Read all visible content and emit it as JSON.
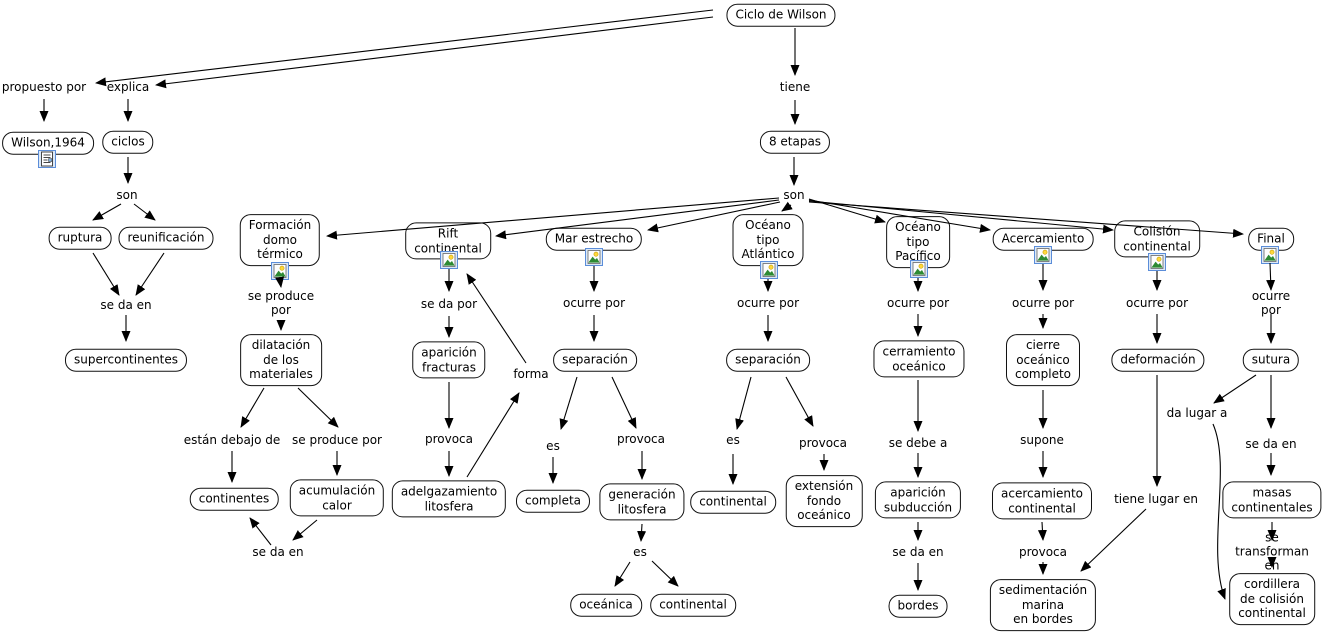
{
  "concepts": {
    "ciclo": "Ciclo de Wilson",
    "wilson": "Wilson,1964",
    "ciclos": "ciclos",
    "ruptura": "ruptura",
    "reunificacion": "reunificación",
    "supercontinentes": "supercontinentes",
    "etapas": "8 etapas",
    "domo": "Formación\ndomo\ntérmico",
    "rift": "Rift\ncontinental",
    "mar": "Mar estrecho",
    "atlantico": "Océano\ntipo\nAtlántico",
    "pacifico": "Océano\ntipo\nPacífico",
    "acercamiento": "Acercamiento",
    "colision": "Colisión\ncontinental",
    "final": "Final",
    "dilatacion": "dilatación\nde los\nmateriales",
    "fracturas": "aparición\nfracturas",
    "separacion_mar": "separación",
    "separacion_atl": "separación",
    "cerramiento": "cerramiento\noceánico",
    "cierre": "cierre\noceánico\ncompleto",
    "deformacion": "deformación",
    "sutura": "sutura",
    "continentes": "continentes",
    "acumulacion": "acumulación\ncalor",
    "adelgazamiento": "adelgazamiento\nlitosfera",
    "completa": "completa",
    "generacion": "generación\nlitosfera",
    "continental_atl": "continental",
    "extension": "extensión\nfondo\noceánico",
    "subduccion": "aparición\nsubducción",
    "acercamiento_cont": "acercamiento\ncontinental",
    "masas": "masas\ncontinentales",
    "oceanica": "oceánica",
    "continental_gen": "continental",
    "bordes": "bordes",
    "sedimentacion": "sedimentación\nmarina\nen bordes",
    "cordillera": "cordillera\nde colisión\ncontinental"
  },
  "linking_phrases": {
    "propuesto_por": "propuesto por",
    "explica": "explica",
    "tiene": "tiene",
    "son_ciclos": "son",
    "son_etapas": "son",
    "se_da_en_super": "se da en",
    "se_produce_por_domo": "se produce\npor",
    "se_da_por": "se da por",
    "ocurre_por_mar": "ocurre por",
    "ocurre_por_atl": "ocurre por",
    "ocurre_por_pac": "ocurre por",
    "ocurre_por_acer": "ocurre por",
    "ocurre_por_col": "ocurre por",
    "ocurre_por_final": "ocurre por",
    "estan_debajo": "están debajo de",
    "se_produce_por_calor": "se produce por",
    "provoca_rift": "provoca",
    "es_completa": "es",
    "provoca_gen": "provoca",
    "es_continental": "es",
    "provoca_ext": "provoca",
    "se_debe_a": "se debe a",
    "supone": "supone",
    "da_lugar_a": "da lugar a",
    "se_da_en_final": "se da en",
    "forma": "forma",
    "se_da_en_cont": "se da en",
    "es_gen": "es",
    "se_da_en_bordes": "se da en",
    "provoca_sedim": "provoca",
    "tiene_lugar_en": "tiene lugar en",
    "se_transforman_en": "se transforman en"
  }
}
